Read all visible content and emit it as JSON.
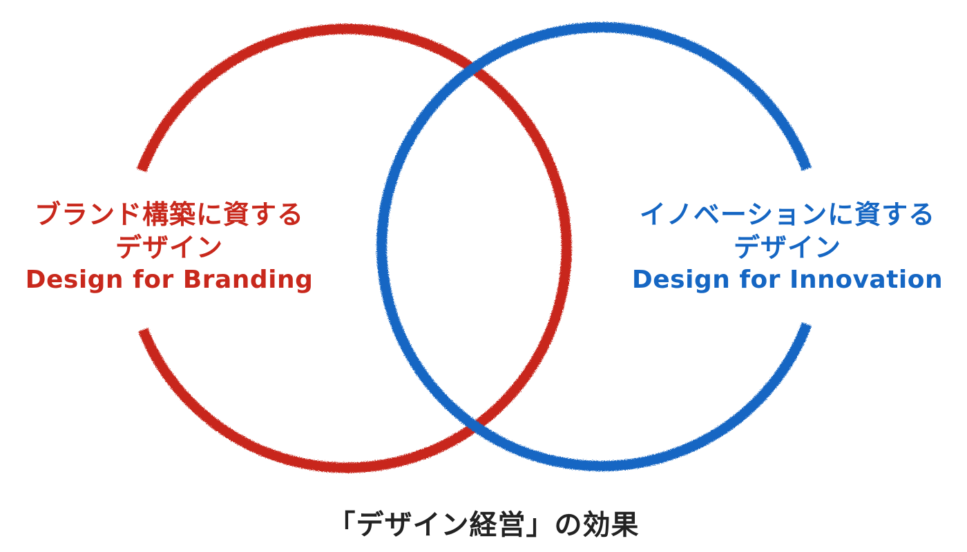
{
  "diagram": {
    "left_circle": {
      "color": "#c8281c",
      "title_jp_line1": "ブランド構築に資する",
      "title_jp_line2": "デザイン",
      "title_en": "Design for Branding"
    },
    "right_circle": {
      "color": "#1566c3",
      "title_jp_line1": "イノベーションに資する",
      "title_jp_line2": "デザイン",
      "title_en": "Design for Innovation"
    },
    "caption": "「デザイン経営」の効果"
  }
}
